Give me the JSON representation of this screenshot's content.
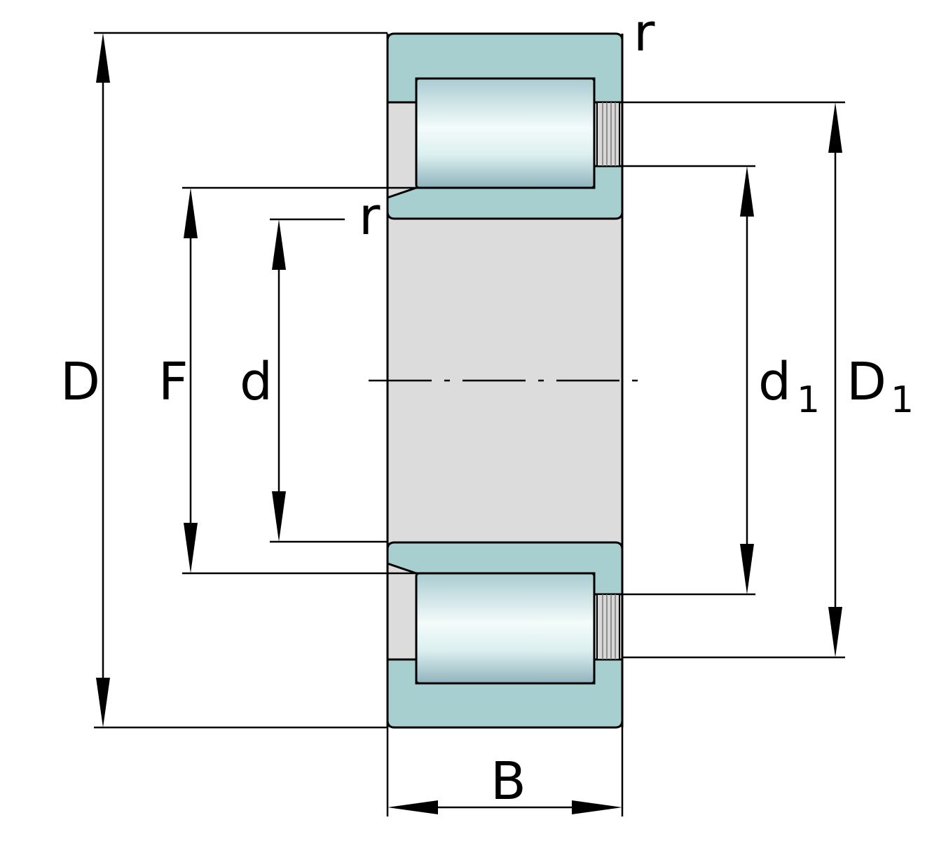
{
  "labels": {
    "D": "D",
    "F": "F",
    "d": "d",
    "d1_main": "d",
    "d1_sub": "1",
    "D1_main": "D",
    "D1_sub": "1",
    "B": "B",
    "r_top": "r",
    "r_inner": "r"
  },
  "colors": {
    "ring": "#a8cfcf",
    "bore": "#dcdcdc",
    "roller_light": "#f4fbfb",
    "roller_dark": "#9fc3c8",
    "line": "#000000"
  }
}
